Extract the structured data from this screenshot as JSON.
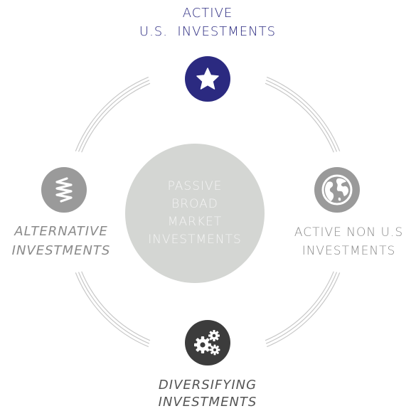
{
  "center": {
    "lines": [
      "PASSIVE",
      "BROAD",
      "MARKET",
      "INVESTMENTS"
    ]
  },
  "nodes": {
    "top": {
      "lines": [
        "ACTIVE",
        "U.S.  INVESTMENTS"
      ],
      "icon": "star-icon",
      "color": "#2b2a80"
    },
    "left": {
      "lines": [
        "ALTERNATIVE",
        "INVESTMENTS"
      ],
      "icon": "spring-icon",
      "color": "#9a9a9a"
    },
    "right": {
      "lines": [
        "ACTIVE NON U.S",
        "INVESTMENTS"
      ],
      "icon": "globe-icon",
      "color": "#9a9a9a"
    },
    "bottom": {
      "lines": [
        "DIVERSIFYING",
        "INVESTMENTS"
      ],
      "icon": "gears-icon",
      "color": "#3c3c3c"
    }
  },
  "colors": {
    "center_fill": "#d4d6d3",
    "arc_stroke": "#c8c8c8"
  }
}
